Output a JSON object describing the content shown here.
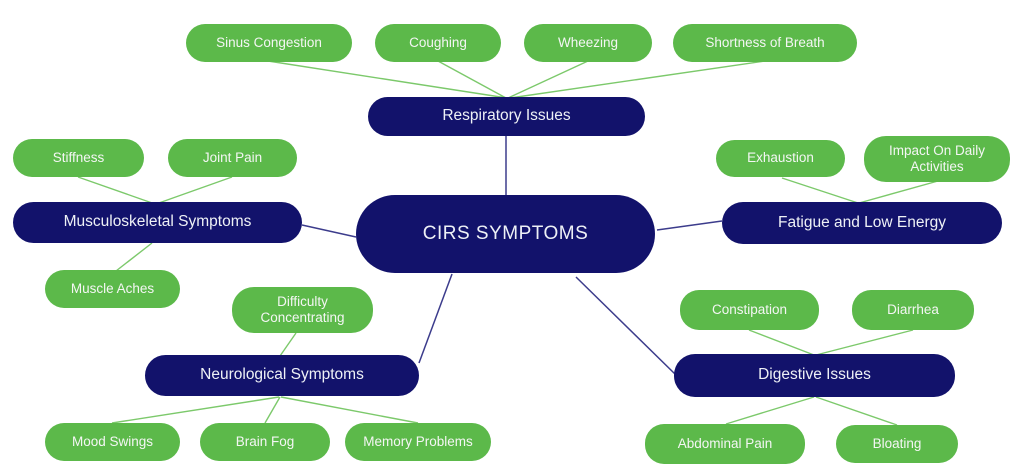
{
  "diagram": {
    "type": "mind-map",
    "center": {
      "label": "CIRS SYMPTOMS"
    },
    "branches": [
      {
        "label": "Respiratory Issues",
        "children": [
          "Sinus Congestion",
          "Coughing",
          "Wheezing",
          "Shortness of Breath"
        ]
      },
      {
        "label": "Musculoskeletal Symptoms",
        "children": [
          "Stiffness",
          "Joint Pain",
          "Muscle Aches"
        ]
      },
      {
        "label": "Fatigue and Low Energy",
        "children": [
          "Exhaustion",
          "Impact On Daily Activities"
        ]
      },
      {
        "label": "Neurological Symptoms",
        "children": [
          "Difficulty Concentrating",
          "Mood Swings",
          "Brain Fog",
          "Memory Problems"
        ]
      },
      {
        "label": "Digestive Issues",
        "children": [
          "Constipation",
          "Diarrhea",
          "Abdominal Pain",
          "Bloating"
        ]
      }
    ],
    "colors": {
      "leaf_green": "#5cb94a",
      "branch_navy": "#12126b",
      "line_green": "#7cc96b",
      "line_navy": "#3c3c8c",
      "text": "#f4f6f4",
      "background": "#ffffff"
    }
  }
}
